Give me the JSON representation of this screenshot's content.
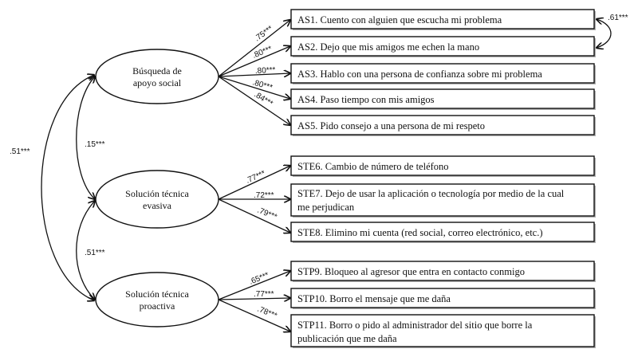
{
  "diagram": {
    "type": "structural-equation-model",
    "latents": [
      {
        "id": "AS",
        "label_line1": "Búsqueda de",
        "label_line2": "apoyo social"
      },
      {
        "id": "STE",
        "label_line1": "Solución técnica",
        "label_line2": "evasiva"
      },
      {
        "id": "STP",
        "label_line1": "Solución técnica",
        "label_line2": "proactiva"
      }
    ],
    "items": [
      {
        "id": "AS1",
        "line1": "AS1. Cuento con alguien que escucha mi problema",
        "line2": "",
        "loading": ".75***"
      },
      {
        "id": "AS2",
        "line1": "AS2. Dejo que mis amigos me echen la mano",
        "line2": "",
        "loading": ".80***"
      },
      {
        "id": "AS3",
        "line1": "AS3. Hablo con una persona de confianza sobre mi problema",
        "line2": "",
        "loading": ".80***"
      },
      {
        "id": "AS4",
        "line1": "AS4. Paso tiempo con mis amigos",
        "line2": "",
        "loading": ".80***"
      },
      {
        "id": "AS5",
        "line1": "AS5. Pido consejo a una persona de mi respeto",
        "line2": "",
        "loading": ".84***"
      },
      {
        "id": "STE6",
        "line1": "STE6. Cambio de número de teléfono",
        "line2": "",
        "loading": ".77***"
      },
      {
        "id": "STE7",
        "line1": "STE7. Dejo de usar la aplicación o tecnología por medio de la cual",
        "line2": "me perjudican",
        "loading": ".72***"
      },
      {
        "id": "STE8",
        "line1": "STE8. Elimino mi cuenta (red social, correo electrónico, etc.)",
        "line2": "",
        "loading": ".79***"
      },
      {
        "id": "STP9",
        "line1": "STP9. Bloqueo al agresor que entra en contacto conmigo",
        "line2": "",
        "loading": ".65***"
      },
      {
        "id": "STP10",
        "line1": "STP10. Borro el mensaje que me daña",
        "line2": "",
        "loading": ".77***"
      },
      {
        "id": "STP11",
        "line1": "STP11. Borro o pido al administrador del sitio que borre la",
        "line2": "publicación que me daña",
        "loading": ".78***"
      }
    ],
    "correlations": {
      "AS_STP": ".51***",
      "AS_STE": ".15***",
      "STE_STP": ".51***",
      "AS1_AS2": ".61***"
    }
  }
}
